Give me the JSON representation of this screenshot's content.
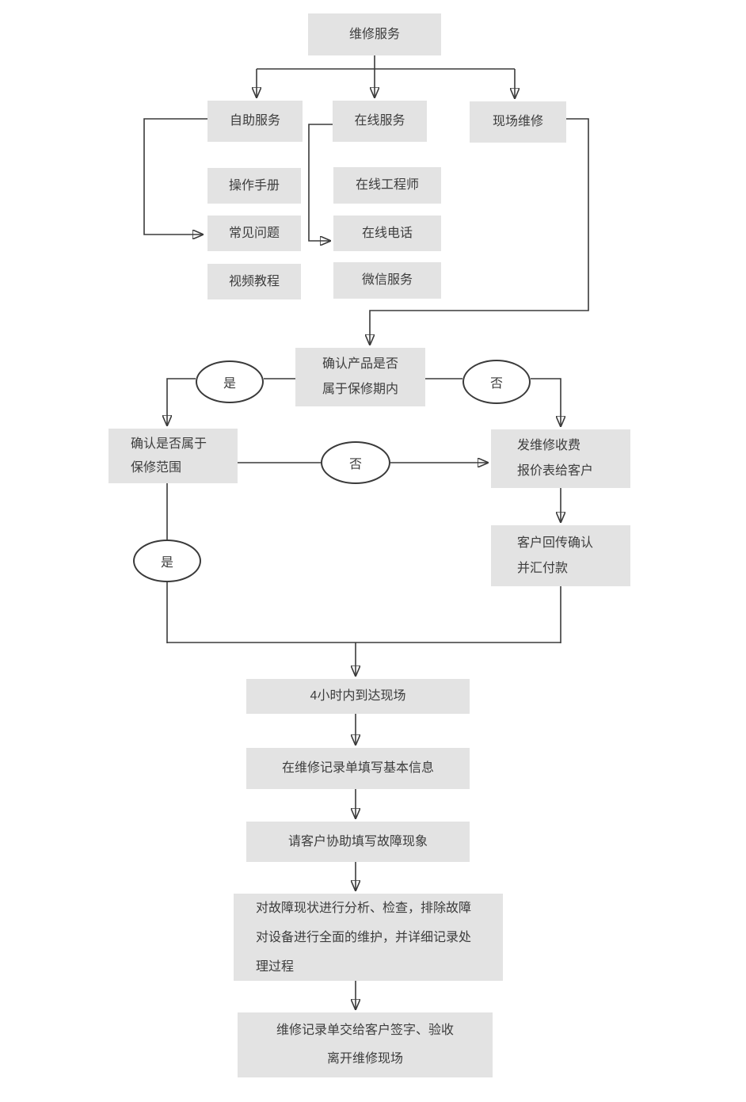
{
  "diagram_type": "flowchart",
  "colors": {
    "node_fill": "#e3e3e3",
    "line": "#3a3a3a",
    "text": "#3d3d3d",
    "background": "#ffffff"
  },
  "nodes": {
    "repair_service": {
      "label": "维修服务"
    },
    "self_service": {
      "label": "自助服务"
    },
    "operation_manual": {
      "label": "操作手册"
    },
    "faq": {
      "label": "常见问题"
    },
    "video_tutorial": {
      "label": "视频教程"
    },
    "online_service": {
      "label": "在线服务"
    },
    "online_engineer": {
      "label": "在线工程师"
    },
    "online_phone": {
      "label": "在线电话"
    },
    "wechat_service": {
      "label": "微信服务"
    },
    "onsite_repair": {
      "label": "现场维修"
    },
    "check_warranty_period": {
      "label": "确认产品是否\n属于保修期内"
    },
    "yes_1": {
      "label": "是"
    },
    "no_1": {
      "label": "否"
    },
    "check_warranty_scope": {
      "label": "确认是否属于\n保修范围"
    },
    "no_2": {
      "label": "否"
    },
    "send_fee_quote": {
      "label": "发维修收费\n报价表给客户"
    },
    "customer_confirm_payment": {
      "label": "客户回传确认\n并汇付款"
    },
    "yes_2": {
      "label": "是"
    },
    "arrive_within_4_hours": {
      "label": "4小时内到达现场"
    },
    "fill_basic_info": {
      "label": "在维修记录单填写基本信息"
    },
    "fill_fault_description": {
      "label": "请客户协助填写故障现象"
    },
    "analyze_and_repair": {
      "label": "对故障现状进行分析、检查，排除故障\n对设备进行全面的维护，并详细记录处\n理过程"
    },
    "sign_and_leave": {
      "label": "维修记录单交给客户签字、验收\n离开维修现场"
    }
  },
  "edges": [
    {
      "from": "repair_service",
      "to": "self_service"
    },
    {
      "from": "repair_service",
      "to": "online_service"
    },
    {
      "from": "repair_service",
      "to": "onsite_repair"
    },
    {
      "from": "self_service",
      "to": "faq"
    },
    {
      "from": "online_service",
      "to": "online_phone"
    },
    {
      "from": "onsite_repair",
      "to": "check_warranty_period"
    },
    {
      "from": "check_warranty_period",
      "to": "check_warranty_scope",
      "via": "是"
    },
    {
      "from": "check_warranty_period",
      "to": "send_fee_quote",
      "via": "否"
    },
    {
      "from": "check_warranty_scope",
      "to": "send_fee_quote",
      "via": "否"
    },
    {
      "from": "check_warranty_scope",
      "to": "arrive_within_4_hours",
      "via": "是"
    },
    {
      "from": "send_fee_quote",
      "to": "customer_confirm_payment"
    },
    {
      "from": "customer_confirm_payment",
      "to": "arrive_within_4_hours"
    },
    {
      "from": "arrive_within_4_hours",
      "to": "fill_basic_info"
    },
    {
      "from": "fill_basic_info",
      "to": "fill_fault_description"
    },
    {
      "from": "fill_fault_description",
      "to": "analyze_and_repair"
    },
    {
      "from": "analyze_and_repair",
      "to": "sign_and_leave"
    }
  ]
}
